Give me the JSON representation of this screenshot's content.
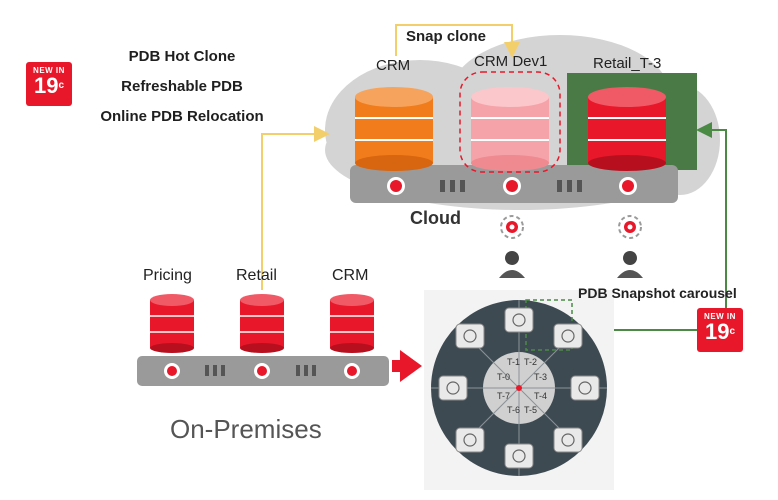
{
  "badges": [
    {
      "line1": "NEW IN",
      "line2": "19",
      "sup": "c"
    },
    {
      "line1": "NEW IN",
      "line2": "19",
      "sup": "c"
    }
  ],
  "features": [
    "PDB Hot Clone",
    "Refreshable PDB",
    "Online PDB Relocation"
  ],
  "cloud": {
    "label": "Cloud",
    "snap_clone_label": "Snap clone",
    "databases": [
      "CRM",
      "CRM Dev1",
      "Retail_T-3"
    ]
  },
  "onprem": {
    "label": "On-Premises",
    "databases": [
      "Pricing",
      "Retail",
      "CRM"
    ]
  },
  "carousel": {
    "label": "PDB Snapshot carousel",
    "slots": [
      "T-0",
      "T-1",
      "T-2",
      "T-3",
      "T-4",
      "T-5",
      "T-6",
      "T-7"
    ]
  },
  "colors": {
    "oracle_red": "#e8182a",
    "orange": "#f07c1c",
    "pink": "#f5a3a8",
    "cloud_gray": "#d4d4d4",
    "shelf_gray": "#9a9a9a",
    "green_panel": "#4a7a45",
    "arrow_yellow": "#f2cf6b",
    "arrow_green": "#4a8a45",
    "dial_dark": "#3e4a52"
  }
}
